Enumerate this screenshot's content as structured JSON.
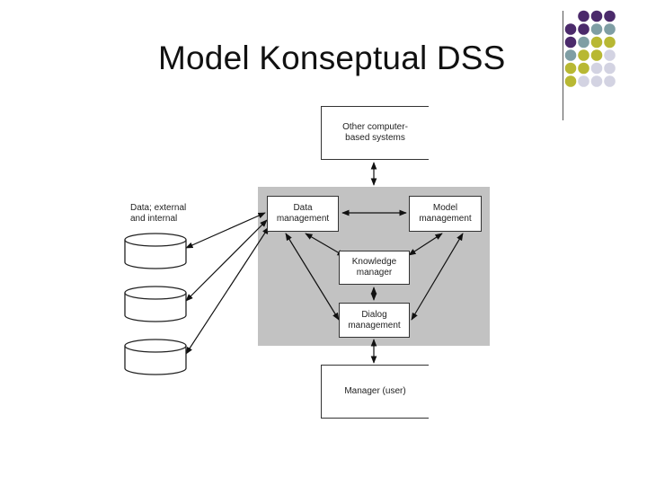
{
  "title": "Model Konseptual DSS",
  "diagram": {
    "nodes": {
      "other_systems": "Other computer-\nbased systems",
      "data_management": "Data\nmanagement",
      "model_management": "Model\nmanagement",
      "knowledge_manager": "Knowledge\nmanager",
      "dialog_management": "Dialog\nmanagement",
      "manager_user": "Manager (user)"
    },
    "data_label": "Data; external\nand internal",
    "edges": [
      {
        "from": "other_systems",
        "to": "shaded_area",
        "bidirectional": true
      },
      {
        "from": "data_management",
        "to": "model_management",
        "bidirectional": true
      },
      {
        "from": "data_management",
        "to": "knowledge_manager",
        "bidirectional": true
      },
      {
        "from": "model_management",
        "to": "knowledge_manager",
        "bidirectional": true
      },
      {
        "from": "knowledge_manager",
        "to": "dialog_management",
        "bidirectional": true
      },
      {
        "from": "data_management",
        "to": "dialog_management",
        "bidirectional": true
      },
      {
        "from": "model_management",
        "to": "dialog_management",
        "bidirectional": true
      },
      {
        "from": "dialog_management",
        "to": "manager_user",
        "bidirectional": true
      },
      {
        "from": "database_1",
        "to": "data_management",
        "bidirectional": true
      },
      {
        "from": "database_2",
        "to": "data_management",
        "bidirectional": true
      },
      {
        "from": "database_3",
        "to": "data_management",
        "bidirectional": true
      }
    ]
  },
  "colors": {
    "purple": "#4b2a6b",
    "teal": "#7f9ea4",
    "olive": "#b8b833",
    "lavender": "#d3d3e2",
    "shade": "#c2c2c2"
  }
}
